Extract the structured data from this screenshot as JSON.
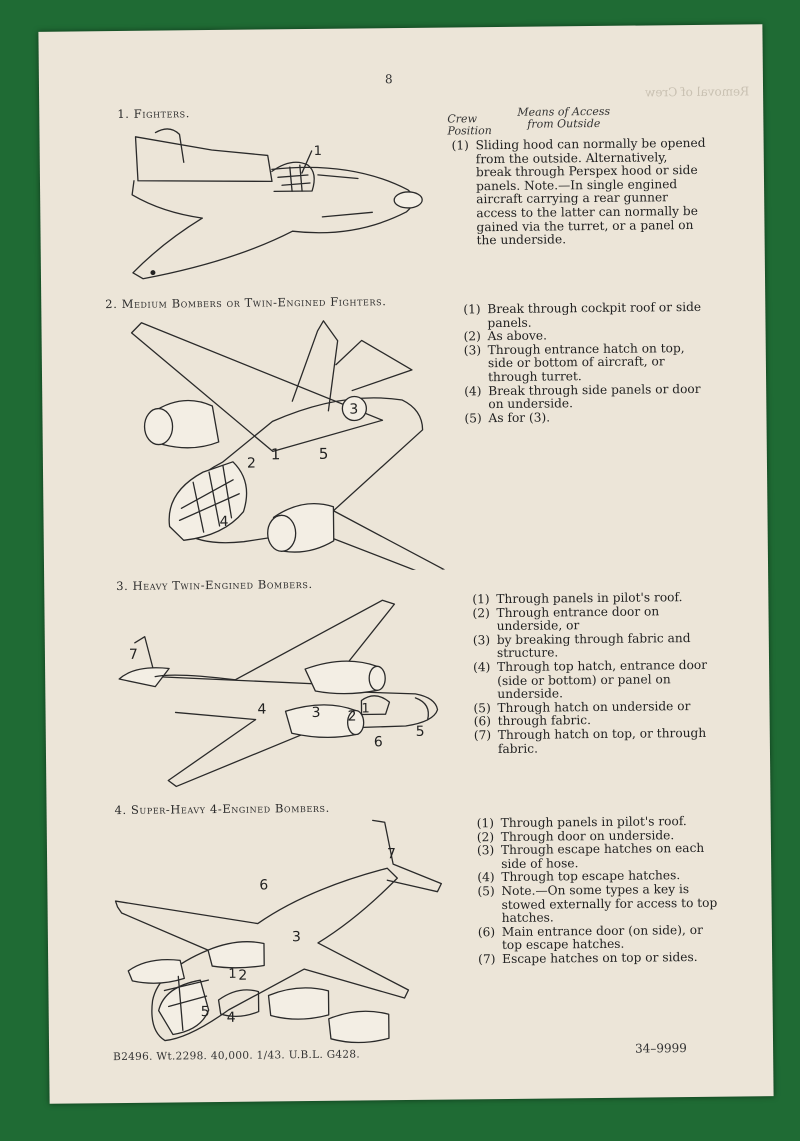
{
  "page_number": "8",
  "bleed_text": "Removal of Crew",
  "column_headers": {
    "crew_position": "Crew\nPosition",
    "means_of_access": "Means of Access\nfrom Outside"
  },
  "sections": [
    {
      "title": "1. Fighters.",
      "items": [
        {
          "num": "(1)",
          "text": "Sliding hood can normally be opened from the outside. Alternatively, break through Perspex hood or side panels. Note.—In single engined aircraft carrying a rear gunner access to the latter can normally be gained via the turret, or a panel on the underside."
        }
      ],
      "callouts": [
        "1"
      ]
    },
    {
      "title": "2. Medium Bombers or Twin-Engined Fighters.",
      "items": [
        {
          "num": "(1)",
          "text": "Break through cockpit roof or side panels."
        },
        {
          "num": "(2)",
          "text": "As above."
        },
        {
          "num": "(3)",
          "text": "Through entrance hatch on top, side or bottom of aircraft, or through turret."
        },
        {
          "num": "(4)",
          "text": "Break through side panels or door on underside."
        },
        {
          "num": "(5)",
          "text": "As for (3)."
        }
      ],
      "callouts": [
        "1",
        "2",
        "3",
        "4",
        "5"
      ]
    },
    {
      "title": "3. Heavy Twin-Engined Bombers.",
      "items": [
        {
          "num": "(1)",
          "text": "Through panels in pilot's roof."
        },
        {
          "num": "(2)",
          "text": "Through entrance door on underside, or"
        },
        {
          "num": "(3)",
          "text": "by breaking through fabric and structure."
        },
        {
          "num": "(4)",
          "text": "Through top hatch, entrance door (side or bottom) or panel on underside."
        },
        {
          "num": "(5)",
          "text": "Through hatch on underside or"
        },
        {
          "num": "(6)",
          "text": "through fabric."
        },
        {
          "num": "(7)",
          "text": "Through hatch on top, or through fabric."
        }
      ],
      "callouts": [
        "1",
        "2",
        "3",
        "4",
        "5",
        "6",
        "7"
      ]
    },
    {
      "title": "4. Super-Heavy 4-Engined Bombers.",
      "items": [
        {
          "num": "(1)",
          "text": "Through panels in pilot's roof."
        },
        {
          "num": "(2)",
          "text": "Through door on underside."
        },
        {
          "num": "(3)",
          "text": "Through escape hatches on each side of hose."
        },
        {
          "num": "(4)",
          "text": "Through top escape hatches."
        },
        {
          "num": "(5)",
          "text": "Note.—On some types a key is stowed externally for access to top hatches."
        },
        {
          "num": "(6)",
          "text": "Main entrance door (on side), or top escape hatches."
        },
        {
          "num": "(7)",
          "text": "Escape hatches on top or sides."
        }
      ],
      "callouts": [
        "1",
        "2",
        "3",
        "4",
        "5",
        "6",
        "7"
      ]
    }
  ],
  "footer": {
    "left": "B2496. Wt.2298. 40,000. 1/43. U.B.L. G428.",
    "right": "34–9999"
  }
}
